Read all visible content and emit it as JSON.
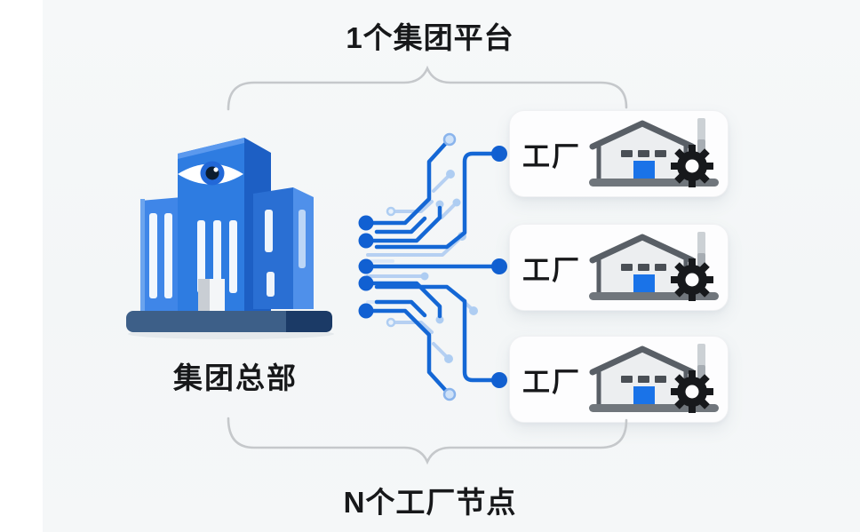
{
  "titles": {
    "top": "1个集团平台",
    "bottom": "N个工厂节点"
  },
  "hq": {
    "label": "集团总部",
    "icon": "headquarters-building-with-eye"
  },
  "factories": [
    {
      "label": "工厂",
      "icon": "factory-building-with-gear"
    },
    {
      "label": "工厂",
      "icon": "factory-building-with-gear"
    },
    {
      "label": "工厂",
      "icon": "factory-building-with-gear"
    }
  ],
  "icons": {
    "eye": "surveillance-eye-icon",
    "gear": "gear-icon",
    "chimney": "chimney-icon",
    "circuit": "circuit-trace-fanout"
  },
  "colors": {
    "background": "#f5f7f8",
    "text": "#17181a",
    "trace_blue": "#1467d5",
    "trace_light_blue": "#b6d0f2",
    "building_blue": "#2e7ce1",
    "building_dark_blue": "#1d5fc4",
    "building_base": "#3d5f88",
    "building_base_dark": "#1b3a66",
    "factory_wall": "#eceef0",
    "factory_roof": "#595f66",
    "factory_door": "#1a73e8",
    "gear_black": "#17191c",
    "brace_gray": "#c5c8cb",
    "card_white": "#fdfdfe"
  }
}
